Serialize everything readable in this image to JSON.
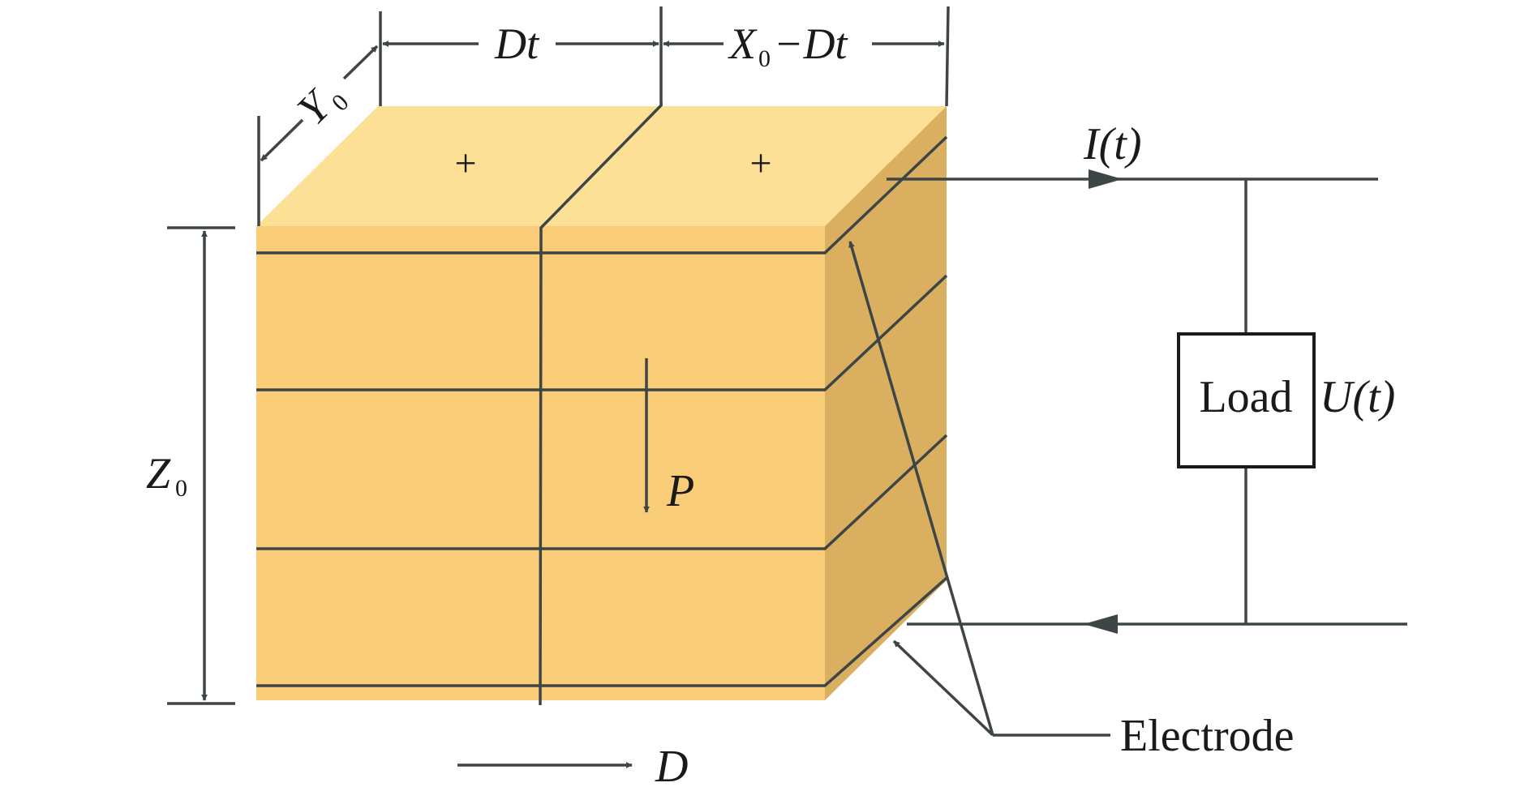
{
  "colors": {
    "top_face": "#FBE096",
    "front_face": "#F9CC78",
    "side_face": "#DAB060",
    "line": "#3E4547",
    "text": "#1a1a1a"
  },
  "labels": {
    "top_left_sign": "+",
    "top_right_sign": "+",
    "dim_dt": "Dt",
    "dim_x0_main": "X",
    "dim_x0_sub": "0",
    "dim_x0_rest": "−Dt",
    "dim_y0_main": "Y",
    "dim_y0_sub": "0",
    "dim_z0_main": "Z",
    "dim_z0_sub": "0",
    "polarization": "P",
    "direction": "D",
    "current": "I(t)",
    "voltage": "U(t)",
    "load": "Load",
    "electrode": "Electrode"
  }
}
